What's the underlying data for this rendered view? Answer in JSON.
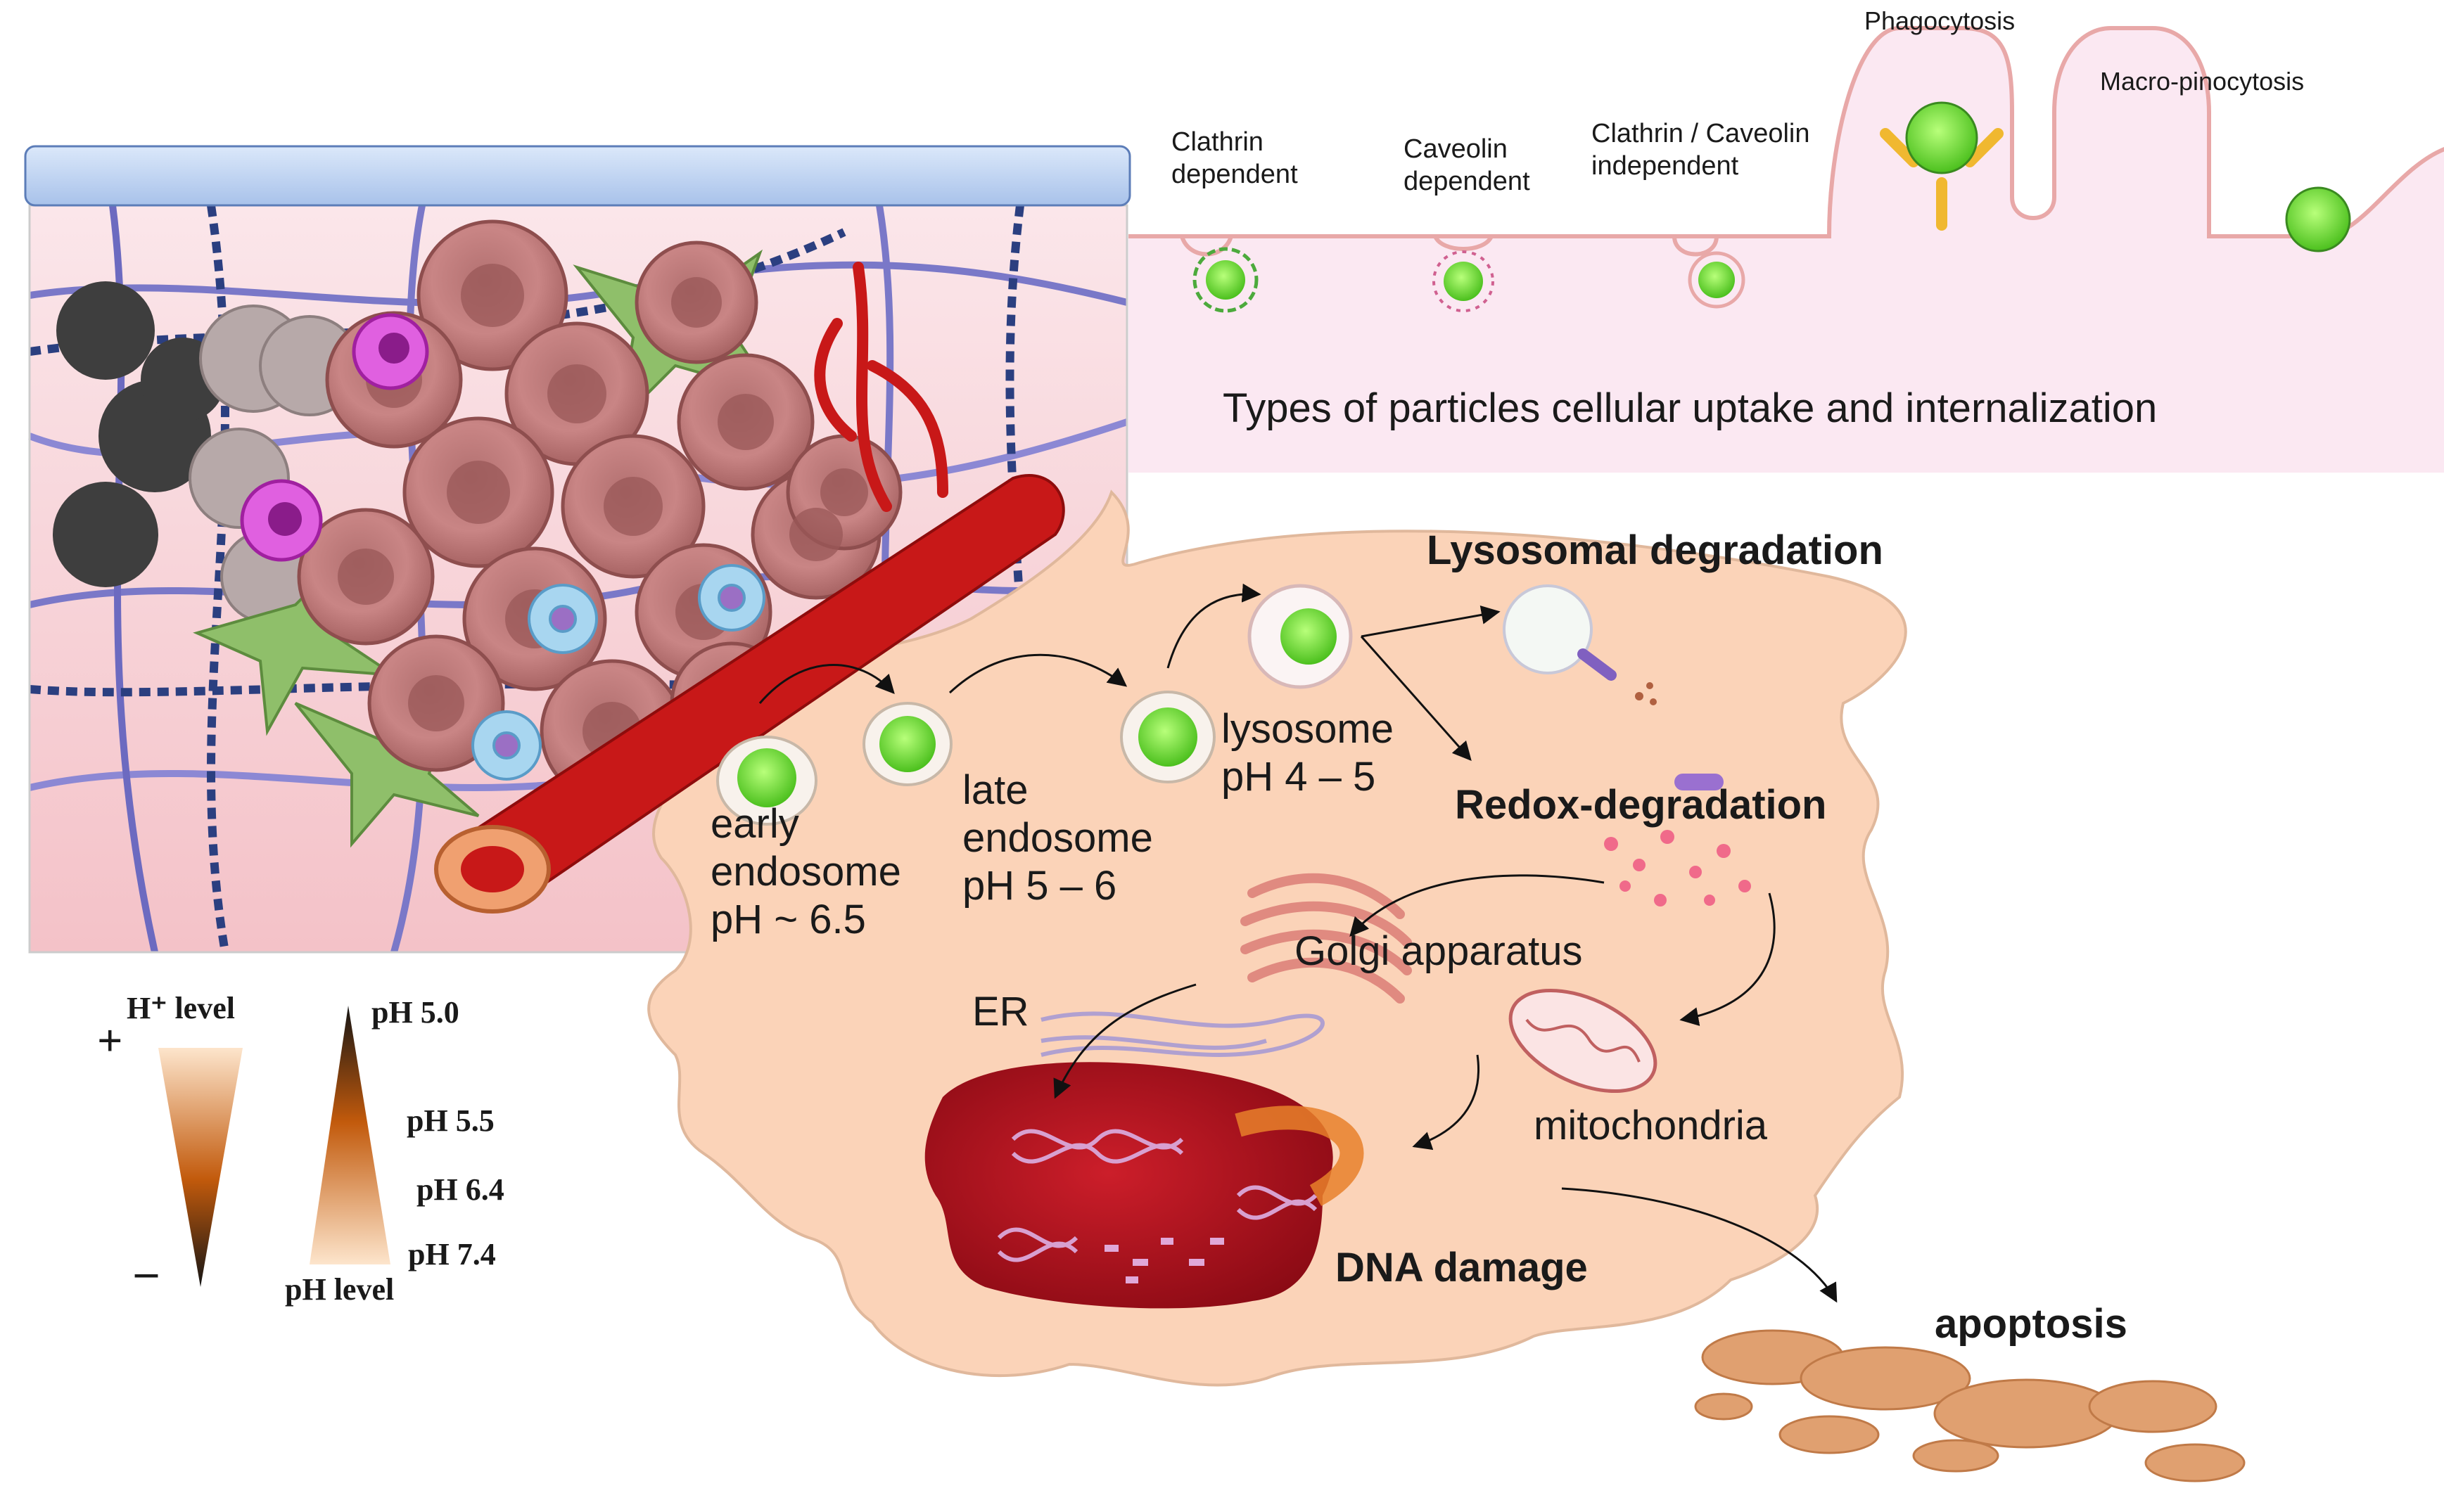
{
  "uptake": {
    "title": "Types of particles cellular uptake and internalization",
    "clathrin": "Clathrin\ndependent",
    "caveolin": "Caveolin\ndependent",
    "independent": "Clathrin / Caveolin\nindependent",
    "phagocytosis": "Phagocytosis",
    "macropinocytosis": "Macro-pinocytosis"
  },
  "pathway": {
    "early_endosome": "early\nendosome\npH ~ 6.5",
    "late_endosome": "late\nendosome\npH 5 – 6",
    "lysosome": "lysosome\npH 4 – 5",
    "lysosomal_degradation": "Lysosomal degradation",
    "redox_degradation": "Redox-degradation",
    "golgi": "Golgi apparatus",
    "er": "ER",
    "mitochondria": "mitochondria",
    "dna_damage": "DNA damage",
    "apoptosis": "apoptosis"
  },
  "legend": {
    "h_level": "H⁺ level",
    "plus": "+",
    "minus": "–",
    "ph_level": "pH level",
    "ph_values": [
      "pH 5.0",
      "pH 5.5",
      "pH 6.4",
      "pH 7.4"
    ]
  },
  "colors": {
    "cytoplasm": "#fbd3b8",
    "nucleus": "#b01020",
    "vessel": "#c81818",
    "particle": "#7ee04a",
    "tumor_cell": "#c98585",
    "uptake_band": "#fbe8f2"
  }
}
